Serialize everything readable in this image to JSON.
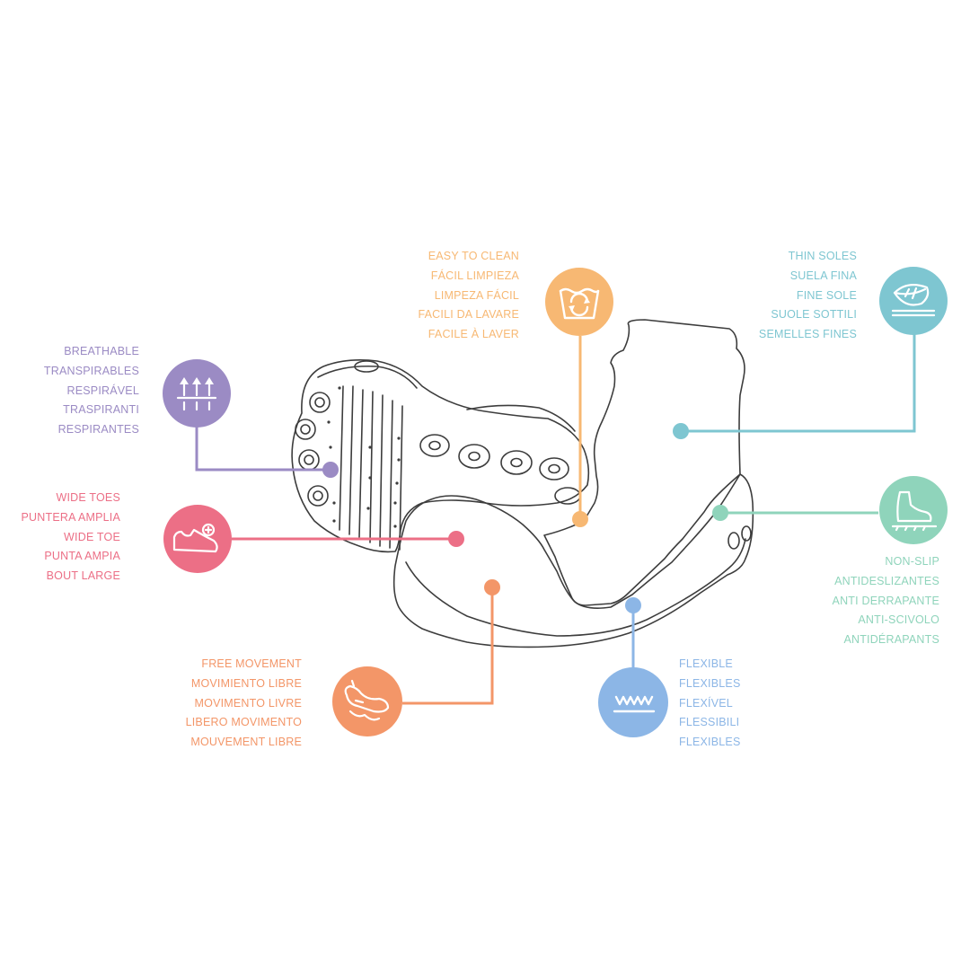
{
  "colors": {
    "breathable": "#9b8bc4",
    "wide_toes": "#ec6f86",
    "easy_to_clean": "#f7b873",
    "free_movement": "#f39668",
    "thin_soles": "#7ec6d1",
    "non_slip": "#8fd4bb",
    "flexible": "#8cb6e6",
    "outline": "#3d3d3d"
  },
  "features": {
    "breathable": {
      "icon": "breathable-arrows-icon",
      "labels": [
        "BREATHABLE",
        "TRANSPIRABLES",
        "RESPIRÁVEL",
        "TRASPIRANTI",
        "RESPIRANTES"
      ]
    },
    "wide_toes": {
      "icon": "wide-toes-foot-icon",
      "labels": [
        "WIDE TOES",
        "PUNTERA AMPLIA",
        "WIDE TOE",
        "PUNTA AMPIA",
        "BOUT LARGE"
      ]
    },
    "easy_to_clean": {
      "icon": "washing-tub-icon",
      "labels": [
        "EASY TO CLEAN",
        "FÁCIL LIMPIEZA",
        "LIMPEZA FÁCIL",
        "FACILI DA LAVARE",
        "FACILE À LAVER"
      ]
    },
    "free_movement": {
      "icon": "moving-foot-icon",
      "labels": [
        "FREE MOVEMENT",
        "MOVIMIENTO LIBRE",
        "MOVIMENTO LIVRE",
        "LIBERO MOVIMENTO",
        "MOUVEMENT LIBRE"
      ]
    },
    "thin_soles": {
      "icon": "feather-sole-icon",
      "labels": [
        "THIN SOLES",
        "SUELA FINA",
        "FINE SOLE",
        "SUOLE SOTTILI",
        "SEMELLES FINES"
      ]
    },
    "non_slip": {
      "icon": "non-slip-boot-icon",
      "labels": [
        "NON-SLIP",
        "ANTIDESLIZANTES",
        "ANTI DERRAPANTE",
        "ANTI-SCIVOLO",
        "ANTIDÉRAPANTS"
      ]
    },
    "flexible": {
      "icon": "flexible-wave-icon",
      "labels": [
        "FLEXIBLE",
        "FLEXIBLES",
        "FLEXÍVEL",
        "FLESSIBILI",
        "FLEXIBLES"
      ]
    }
  }
}
